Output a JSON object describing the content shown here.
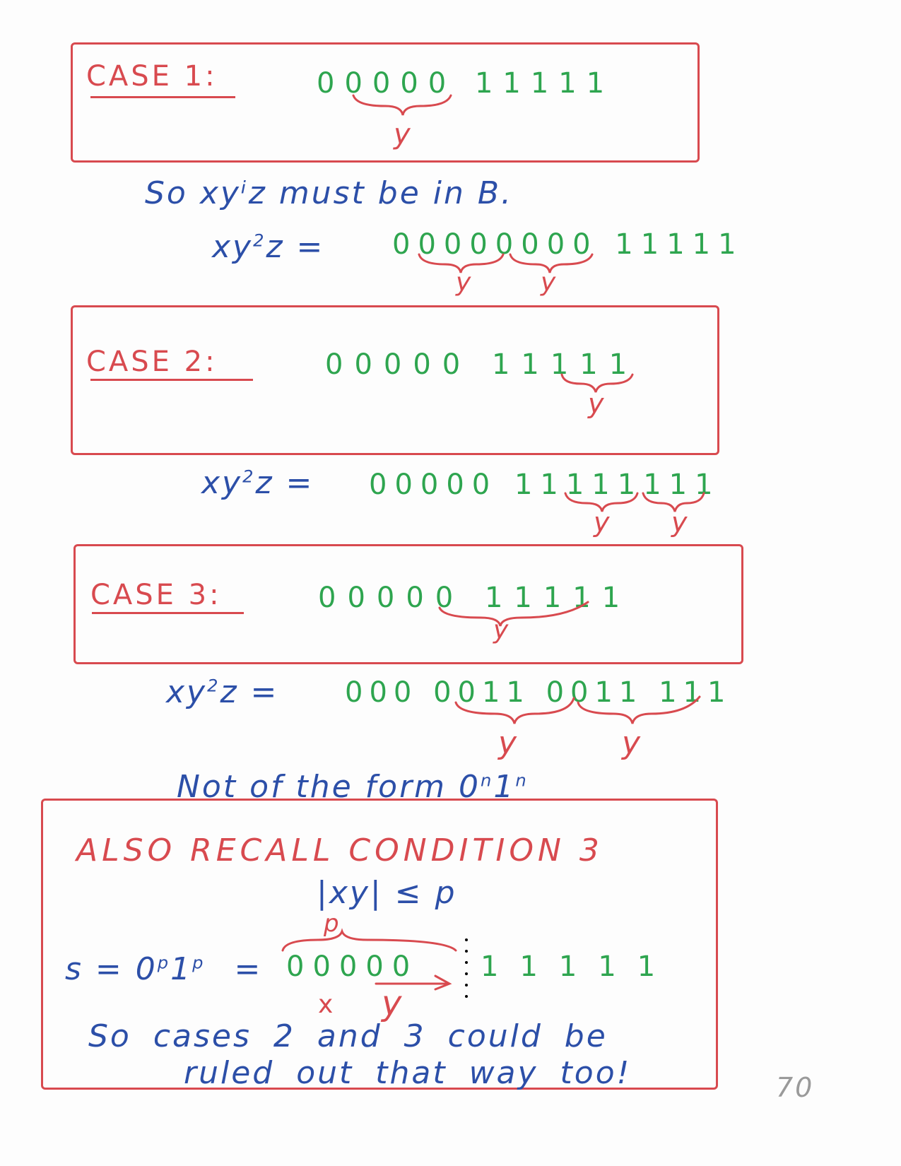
{
  "case1": {
    "label": "CASE 1:",
    "bits": "00000 11111",
    "brace_label": "y"
  },
  "pump1": {
    "statement": "So xyⁱz must be in B.",
    "lhs": "xy",
    "exp": "2",
    "lhs_tail": "z =",
    "bits": "00000000 11111",
    "brace_labels": [
      "y",
      "y"
    ]
  },
  "case2": {
    "label": "CASE 2:",
    "bits": "00000 11111",
    "brace_label": "y"
  },
  "pump2": {
    "lhs": "xy",
    "exp": "2",
    "lhs_tail": "z =",
    "bits": "00000 11111111",
    "brace_labels": [
      "y",
      "y"
    ]
  },
  "case3": {
    "label": "CASE 3:",
    "bits": "00000 11111",
    "brace_label": "y"
  },
  "pump3": {
    "lhs": "xy",
    "exp": "2",
    "lhs_tail": "z =",
    "bits": "000 0011 0011 111",
    "brace_labels": [
      "y",
      "y"
    ],
    "conclusion": "Not of the form 0",
    "conclusion_n1": "n",
    "conclusion_mid": "1",
    "conclusion_n2": "n"
  },
  "recall": {
    "heading": "ALSO RECALL CONDITION 3",
    "condition": "|xy| ≤ p",
    "brace_label": "p",
    "s_lhs": "s = 0",
    "s_p1": "p",
    "s_mid": "1",
    "s_p2": "p",
    "s_eq": "=",
    "zeros": "00000",
    "ones": "11111",
    "x_label": "x",
    "y_label": "y",
    "note_line1": "So cases 2 and 3 could be",
    "note_line2": "ruled out that way too!"
  },
  "page_number": "70",
  "colors": {
    "red": "#d84a4f",
    "green": "#2ea54f",
    "blue": "#2c4fa8"
  }
}
